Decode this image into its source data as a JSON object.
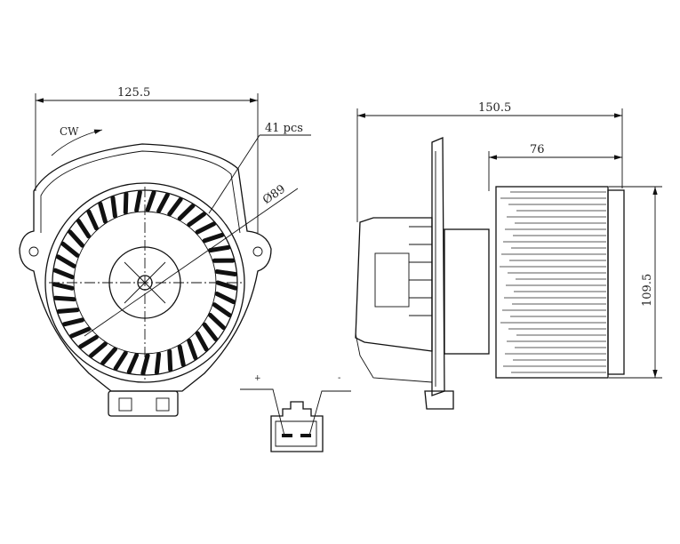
{
  "front_view": {
    "width_dim": "125.5",
    "rotation": "CW",
    "blade_count": "41 pcs",
    "diameter": "Ø89"
  },
  "side_view": {
    "length_dim": "150.5",
    "fan_length_dim": "76",
    "fan_height_dim": "109.5"
  },
  "connector": {
    "plus": "+",
    "minus": "-"
  }
}
